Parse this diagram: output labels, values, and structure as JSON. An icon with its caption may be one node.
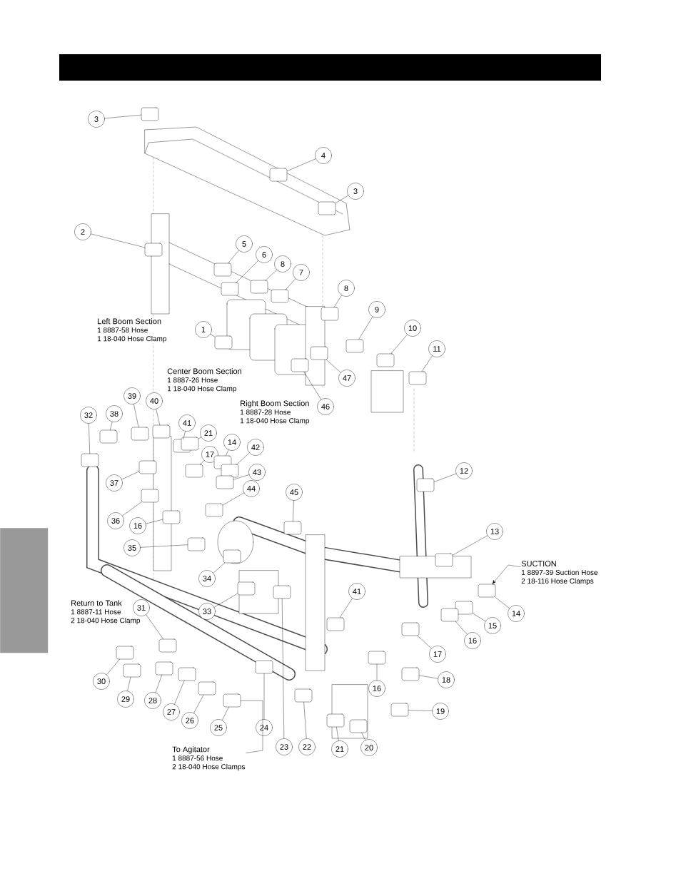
{
  "diagram": {
    "nodes": [
      {
        "text": [
          "3"
        ]
      },
      {
        "text": [
          "4"
        ]
      },
      {
        "text": [
          "3"
        ]
      },
      {
        "text": [
          "2"
        ]
      },
      {
        "text": [
          "5"
        ]
      },
      {
        "text": [
          "6"
        ]
      },
      {
        "text": [
          "8"
        ]
      },
      {
        "text": [
          "7"
        ]
      },
      {
        "text": [
          "8"
        ]
      },
      {
        "text": [
          "9"
        ]
      },
      {
        "text": [
          "Left Boom Section",
          "1 8887-58 Hose",
          "1 18-040 Hose Clamp"
        ]
      },
      {
        "text": [
          "1"
        ]
      },
      {
        "text": [
          "10"
        ]
      },
      {
        "text": [
          "11"
        ]
      },
      {
        "text": [
          "Center Boom Section",
          "1 8887-26 Hose",
          "1 18-040 Hose Clamp"
        ]
      },
      {
        "text": [
          "47"
        ]
      },
      {
        "text": [
          "39"
        ]
      },
      {
        "text": [
          "40"
        ]
      },
      {
        "text": [
          "Right Boom Section",
          "1 8887-28 Hose",
          "1 18-040 Hose Clamp"
        ]
      },
      {
        "text": [
          "46"
        ]
      },
      {
        "text": [
          "32"
        ]
      },
      {
        "text": [
          "38"
        ]
      },
      {
        "text": [
          "41"
        ]
      },
      {
        "text": [
          "21"
        ]
      },
      {
        "text": [
          "14"
        ]
      },
      {
        "text": [
          "17"
        ]
      },
      {
        "text": [
          "42"
        ]
      },
      {
        "text": [
          "12"
        ]
      },
      {
        "text": [
          "43"
        ]
      },
      {
        "text": [
          "37"
        ]
      },
      {
        "text": [
          "44"
        ]
      },
      {
        "text": [
          "45"
        ]
      },
      {
        "text": [
          "36"
        ]
      },
      {
        "text": [
          "16"
        ]
      },
      {
        "text": [
          "13"
        ]
      },
      {
        "text": [
          "35"
        ]
      },
      {
        "text": [
          "SUCTION",
          "1 8897-39 Suction Hose",
          "2 18-116 Hose Clamps"
        ]
      },
      {
        "text": [
          "34"
        ]
      },
      {
        "text": [
          "41"
        ]
      },
      {
        "text": [
          "Return to Tank",
          "1 8887-11 Hose",
          "2 18-040 Hose Clamp"
        ]
      },
      {
        "text": [
          "31"
        ]
      },
      {
        "text": [
          "33"
        ]
      },
      {
        "text": [
          "14"
        ]
      },
      {
        "text": [
          "15"
        ]
      },
      {
        "text": [
          "16"
        ]
      },
      {
        "text": [
          "17"
        ]
      },
      {
        "text": [
          "30"
        ]
      },
      {
        "text": [
          "18"
        ]
      },
      {
        "text": [
          "16"
        ]
      },
      {
        "text": [
          "29"
        ]
      },
      {
        "text": [
          "28"
        ]
      },
      {
        "text": [
          "19"
        ]
      },
      {
        "text": [
          "27"
        ]
      },
      {
        "text": [
          "26"
        ]
      },
      {
        "text": [
          "25"
        ]
      },
      {
        "text": [
          "24"
        ]
      },
      {
        "text": [
          "20"
        ]
      },
      {
        "text": [
          "21"
        ]
      },
      {
        "text": [
          "22"
        ]
      },
      {
        "text": [
          "23"
        ]
      },
      {
        "text": [
          "To Agitator",
          "1 8887-56 Hose",
          "2 18-040 Hose Clamps"
        ]
      },
      {
        "text": [],
        "shape": "bar"
      },
      {
        "text": [],
        "shape": "box"
      },
      {
        "text": [],
        "shape": "box"
      },
      {
        "text": [],
        "shape": "box"
      },
      {
        "text": [],
        "shape": "box"
      },
      {
        "text": [],
        "shape": "box"
      },
      {
        "text": [],
        "shape": "box"
      },
      {
        "text": [],
        "shape": "box"
      },
      {
        "text": [],
        "shape": "box"
      },
      {
        "text": [],
        "shape": "box"
      },
      {
        "text": [],
        "shape": "box"
      },
      {
        "text": [],
        "shape": "box"
      },
      {
        "text": [],
        "shape": "box"
      },
      {
        "text": [],
        "shape": "box"
      },
      {
        "text": [],
        "shape": "box"
      },
      {
        "text": [],
        "shape": "box"
      },
      {
        "text": [],
        "shape": "box"
      },
      {
        "text": [],
        "shape": "box"
      },
      {
        "text": [],
        "shape": "box"
      },
      {
        "text": [],
        "shape": "box"
      },
      {
        "text": [],
        "shape": "box"
      },
      {
        "text": [],
        "shape": "box"
      },
      {
        "text": [],
        "shape": "box"
      },
      {
        "text": [],
        "shape": "box"
      },
      {
        "text": [],
        "shape": "box"
      },
      {
        "text": [],
        "shape": "box"
      },
      {
        "text": [],
        "shape": "box"
      },
      {
        "text": [],
        "shape": "box"
      },
      {
        "text": [],
        "shape": "box"
      },
      {
        "text": [],
        "shape": "box"
      },
      {
        "text": [],
        "shape": "box"
      },
      {
        "text": [],
        "shape": "box"
      },
      {
        "text": [],
        "shape": "box"
      },
      {
        "text": [],
        "shape": "box"
      },
      {
        "text": [],
        "shape": "box"
      },
      {
        "text": [],
        "shape": "box"
      },
      {
        "text": [],
        "shape": "box"
      },
      {
        "text": [],
        "shape": "box"
      },
      {
        "text": [],
        "shape": "box"
      },
      {
        "text": [],
        "shape": "box"
      },
      {
        "text": [],
        "shape": "box"
      },
      {
        "text": [],
        "shape": "box"
      },
      {
        "text": [],
        "shape": "box"
      },
      {
        "text": [],
        "shape": "box"
      },
      {
        "text": [],
        "shape": "box"
      },
      {
        "text": [],
        "shape": "box"
      },
      {
        "text": [],
        "shape": "box"
      },
      {
        "text": [],
        "shape": "box"
      },
      {
        "text": [],
        "shape": "box"
      },
      {
        "text": [],
        "shape": "box"
      },
      {
        "text": [],
        "shape": "box"
      },
      {
        "text": [],
        "shape": "box"
      },
      {
        "text": [],
        "shape": "box"
      },
      {
        "text": [],
        "shape": "box"
      },
      {
        "text": [],
        "shape": "box"
      },
      {
        "text": [],
        "shape": "box"
      }
    ],
    "edges": [
      {
        "from": 0,
        "to": 62,
        "arrow": "none"
      },
      {
        "from": 1,
        "to": 63,
        "arrow": "none"
      },
      {
        "from": 2,
        "to": 64,
        "arrow": "none"
      },
      {
        "from": 3,
        "to": 65,
        "arrow": "none"
      },
      {
        "from": 4,
        "to": 66,
        "arrow": "none"
      },
      {
        "from": 5,
        "to": 67,
        "arrow": "none"
      },
      {
        "from": 6,
        "to": 68,
        "arrow": "none"
      },
      {
        "from": 7,
        "to": 69,
        "arrow": "none"
      },
      {
        "from": 8,
        "to": 70,
        "arrow": "none"
      },
      {
        "from": 9,
        "to": 71,
        "arrow": "none"
      },
      {
        "from": 11,
        "to": 72,
        "arrow": "none"
      },
      {
        "from": 12,
        "to": 73,
        "arrow": "none"
      },
      {
        "from": 13,
        "to": 74,
        "arrow": "none"
      },
      {
        "from": 15,
        "to": 75,
        "arrow": "none"
      },
      {
        "from": 16,
        "to": 76,
        "arrow": "none"
      },
      {
        "from": 17,
        "to": 77,
        "arrow": "none"
      },
      {
        "from": 19,
        "to": 78,
        "arrow": "none"
      },
      {
        "from": 20,
        "to": 79,
        "arrow": "none"
      },
      {
        "from": 21,
        "to": 80,
        "arrow": "none"
      },
      {
        "from": 22,
        "to": 81,
        "arrow": "none"
      },
      {
        "from": 23,
        "to": 82,
        "arrow": "none"
      },
      {
        "from": 24,
        "to": 83,
        "arrow": "none"
      },
      {
        "from": 25,
        "to": 84,
        "arrow": "none"
      },
      {
        "from": 26,
        "to": 85,
        "arrow": "none"
      },
      {
        "from": 27,
        "to": 86,
        "arrow": "none"
      },
      {
        "from": 28,
        "to": 87,
        "arrow": "none"
      },
      {
        "from": 29,
        "to": 88,
        "arrow": "none"
      },
      {
        "from": 30,
        "to": 89,
        "arrow": "none"
      },
      {
        "from": 31,
        "to": 90,
        "arrow": "none"
      },
      {
        "from": 32,
        "to": 91,
        "arrow": "none"
      },
      {
        "from": 33,
        "to": 92,
        "arrow": "none"
      },
      {
        "from": 34,
        "to": 93,
        "arrow": "none"
      },
      {
        "from": 35,
        "to": 94,
        "arrow": "none"
      },
      {
        "from": 37,
        "to": 95,
        "arrow": "none"
      },
      {
        "from": 38,
        "to": 96,
        "arrow": "none"
      },
      {
        "from": 40,
        "to": 97,
        "arrow": "none"
      },
      {
        "from": 41,
        "to": 98,
        "arrow": "none"
      },
      {
        "from": 42,
        "to": 99,
        "arrow": "none"
      },
      {
        "from": 43,
        "to": 100,
        "arrow": "none"
      },
      {
        "from": 44,
        "to": 101,
        "arrow": "none"
      },
      {
        "from": 45,
        "to": 102,
        "arrow": "none"
      },
      {
        "from": 46,
        "to": 103,
        "arrow": "none"
      },
      {
        "from": 47,
        "to": 104,
        "arrow": "none"
      },
      {
        "from": 48,
        "to": 105,
        "arrow": "none"
      },
      {
        "from": 49,
        "to": 106,
        "arrow": "none"
      },
      {
        "from": 50,
        "to": 107,
        "arrow": "none"
      },
      {
        "from": 51,
        "to": 108,
        "arrow": "none"
      },
      {
        "from": 52,
        "to": 109,
        "arrow": "none"
      },
      {
        "from": 53,
        "to": 110,
        "arrow": "none"
      },
      {
        "from": 54,
        "to": 111,
        "arrow": "none"
      },
      {
        "from": 55,
        "to": 112,
        "arrow": "none"
      },
      {
        "from": 56,
        "to": 113,
        "arrow": "none"
      },
      {
        "from": 57,
        "to": 114,
        "arrow": "none"
      },
      {
        "from": 58,
        "to": 115,
        "arrow": "none"
      },
      {
        "from": 59,
        "to": 116,
        "arrow": "none"
      },
      {
        "from": 36,
        "to": 99,
        "arrow": "to"
      },
      {
        "from": 60,
        "to": 111,
        "arrow": "none"
      }
    ]
  }
}
